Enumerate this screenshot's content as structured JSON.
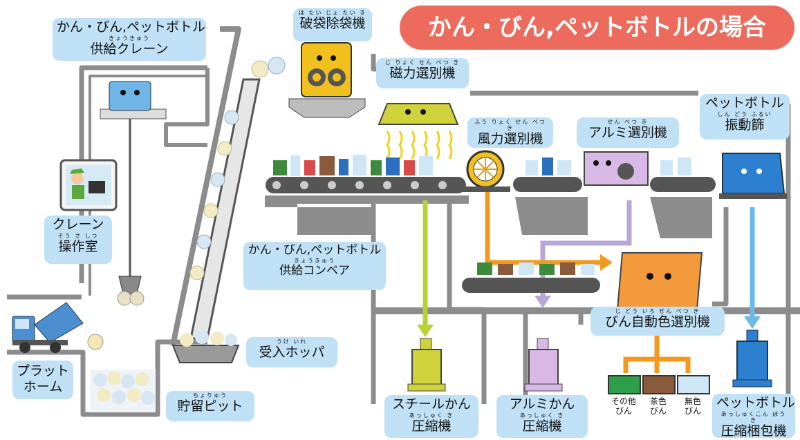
{
  "title": "かん・びん,ペットボトルの場合",
  "labels": {
    "supply_crane": {
      "line1": "かん・びん,ペットボトル",
      "ruby": "きょうきゅう",
      "line2": "供給クレーン"
    },
    "bag_breaker": {
      "ruby": "は たい じょ たい き",
      "line1": "破袋除袋機"
    },
    "magnetic": {
      "ruby": "じ りょく せん べつ き",
      "line1": "磁力選別機"
    },
    "wind": {
      "ruby": "ふう りょく せん べつ き",
      "line1": "風力選別機"
    },
    "aluminum_sep": {
      "ruby": "せん べつ き",
      "line1": "アルミ選別機"
    },
    "pet_sieve": {
      "line1": "ペットボトル",
      "ruby": "しん どう ふるい",
      "line2": "振動篩"
    },
    "crane_room": {
      "line1": "クレーン",
      "ruby": "そう さ しつ",
      "line2": "操作室"
    },
    "supply_conveyor": {
      "line1": "かん・びん,ペットボトル",
      "ruby": "きょうきゅう",
      "line2": "供給コンベア"
    },
    "hopper": {
      "ruby": "うけ いれ",
      "line1": "受入ホッパ"
    },
    "platform": {
      "line1": "プラット",
      "line2": "ホーム"
    },
    "storage_pit": {
      "ruby": "ちょりゅう",
      "line1": "貯留ピット"
    },
    "bottle_color": {
      "ruby": "じ どう いろ せん べつ き",
      "line1": "びん自動色選別機"
    },
    "steel_press": {
      "line1": "スチールかん",
      "ruby": "あっしゅく き",
      "line2": "圧縮機"
    },
    "alu_press": {
      "line1": "アルミかん",
      "ruby": "あっしゅく き",
      "line2": "圧縮機"
    },
    "pet_press": {
      "line1": "ペットボトル",
      "ruby": "あっしゅくこん ぼう き",
      "line2": "圧縮梱包機"
    }
  },
  "bins": [
    {
      "line1": "その他",
      "line2": "びん"
    },
    {
      "line1": "茶色",
      "line2": "びん"
    },
    {
      "line1": "無色",
      "line2": "びん"
    }
  ],
  "colors": {
    "title_bg": "#ec6b5c",
    "label_bg": "#bfe0f5",
    "structure": "#8c8c8c",
    "steel_line": "#b5d334",
    "alu_line": "#b8a8d8",
    "bottle_flow": "#f39a1e",
    "pet_line": "#6cb8e6"
  }
}
